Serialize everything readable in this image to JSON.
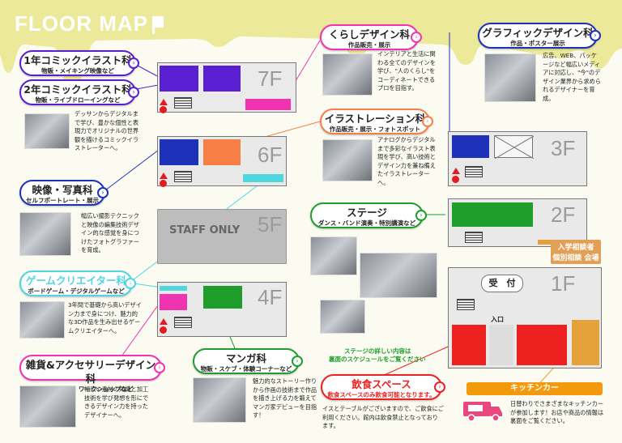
{
  "header": {
    "title": "FLOOR MAP"
  },
  "colors": {
    "yellow": "#ece99a",
    "purple": "#5a1fd0",
    "blue": "#1d32b8",
    "orange": "#f77f45",
    "pink": "#f033b1",
    "cyan": "#4fd6df",
    "green": "#1f9e2c",
    "red": "#ee2121",
    "gold": "#e6a23a"
  },
  "floors": {
    "f7": {
      "label": "7F"
    },
    "f6": {
      "label": "6F"
    },
    "f5": {
      "label": "5F",
      "staff": "STAFF ONLY"
    },
    "f4": {
      "label": "4F"
    },
    "f3": {
      "label": "3F"
    },
    "f2": {
      "label": "2F"
    },
    "f1": {
      "label": "1F",
      "reception": "受　付",
      "entrance": "入口"
    }
  },
  "departments": {
    "comic1": {
      "title": "1年コミックイラスト科",
      "sub": "物販・メイキング映像など"
    },
    "comic2": {
      "title": "2年コミックイラスト科",
      "sub": "物販・ライブドローイングなど",
      "desc": "デッサンからデジタルまで学び、豊かな個性と表現力でオリジナルの世界観を描けるコミックイラストレーターへ。"
    },
    "kurashi": {
      "title": "くらしデザイン科",
      "sub": "作品販売・展示",
      "desc": "インテリアと生活に関わる全てのデザインを学び、\"人のくらし\"をコーディネートできるプロを目指す。"
    },
    "graphic": {
      "title": "グラフィックデザイン科",
      "sub": "作品・ポスター展示",
      "desc": "広告、WEB、パッケージなど幅広いメディアに対応し、\"今\"のデザイン業界から求められるデザイナーを育成。"
    },
    "illust": {
      "title": "イラストレーション科",
      "sub": "作品販売・展示・フォトスポット",
      "desc": "アナログからデジタルまで多彩なイラスト表現を学び、高い技術とデザイン力を兼ね備えたイラストレーターへ。"
    },
    "video": {
      "title": "映像・写真科",
      "sub": "セルフポートレート・展示",
      "desc": "幅広い撮影テクニックと映像の編集技術デザイン的な感覚を身につけたフォトグラファーを育成。"
    },
    "stage": {
      "title": "ステージ",
      "sub": "ダンス・バンド演奏・特別講演など",
      "note1": "ステージの詳しい内容は",
      "note2": "裏面のスケジュールをご覧ください"
    },
    "game": {
      "title": "ゲームクリエイター科",
      "sub": "ボードゲーム・デジタルゲームなど",
      "desc": "3年間で基礎から高いデザイン力まで身につけ、魅力的な3D作品を生み出せるゲームクリエイターへ。"
    },
    "zakka": {
      "title": "雑貨&アクセサリーデザイン科",
      "sub": "作品販売・ワークショップなど",
      "desc": "幅広い素材の知識と加工技術を学び発想を形にできるデザイン力を持ったデザイナーへ。"
    },
    "manga": {
      "title": "マンガ科",
      "sub": "物販・スケブ・体験コーナーなど",
      "desc": "魅力的なストーリー作りから作画の技術まで作品を描き上げる力を鍛えてマンガ家デビューを目指す！"
    },
    "food": {
      "title": "飲食スペース",
      "sub": "飲食スペースのみ飲食可能となります。",
      "desc": "イスとテーブルがございますので、ご飲食にご利用ください。館内は飲食禁止となっております。"
    },
    "kitchen": {
      "title": "キッチンカー",
      "desc": "日替わりでさまざまなキッチンカーが参加します！お店や商品の情報は裏面をご覧ください。"
    },
    "consult": {
      "line1": "入学相談者",
      "line2": "個別相談 会場"
    }
  }
}
